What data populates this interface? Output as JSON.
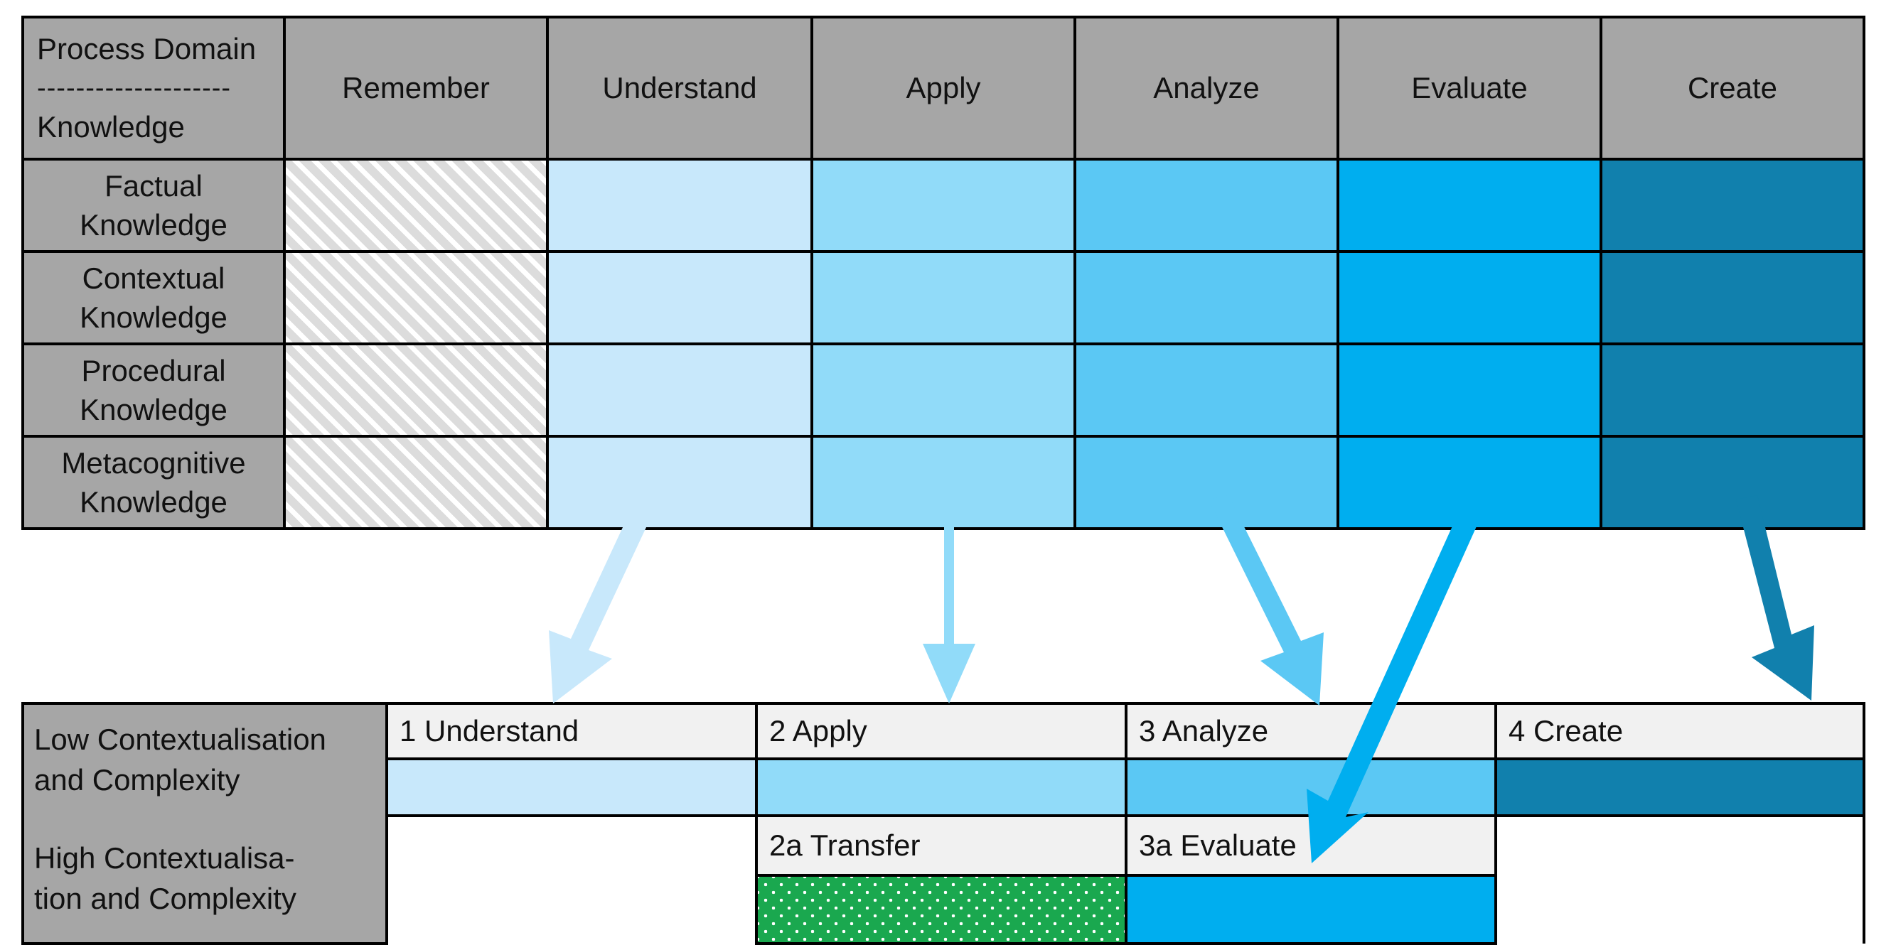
{
  "matrix": {
    "corner": {
      "top_label": "Process Domain",
      "divider": "--------------------",
      "bottom_label": "Knowledge"
    },
    "process_columns": [
      {
        "label": "Remember",
        "fill": "hatched"
      },
      {
        "label": "Understand",
        "fill": "#c8e8fb"
      },
      {
        "label": "Apply",
        "fill": "#91dbf9"
      },
      {
        "label": "Analyze",
        "fill": "#5bc8f4"
      },
      {
        "label": "Evaluate",
        "fill": "#00aeef"
      },
      {
        "label": "Create",
        "fill": "#1180ad"
      }
    ],
    "knowledge_rows": [
      {
        "line1": "Factual",
        "line2": "Knowledge"
      },
      {
        "line1": "Contextual",
        "line2": "Knowledge"
      },
      {
        "line1": "Procedural",
        "line2": "Knowledge"
      },
      {
        "line1": "Metacognitive",
        "line2": "Knowledge"
      }
    ],
    "header_fill": "#a6a6a6"
  },
  "lower": {
    "rows": [
      {
        "label_line1": "Low Contextualisation",
        "label_line2": "and Complexity",
        "cells": [
          {
            "label": "1 Understand",
            "fill": "#c8e8fb",
            "empty": false
          },
          {
            "label": "2 Apply",
            "fill": "#91dbf9",
            "empty": false
          },
          {
            "label": "3 Analyze",
            "fill": "#5bc8f4",
            "empty": false
          },
          {
            "label": "4 Create",
            "fill": "#1180ad",
            "empty": false
          }
        ]
      },
      {
        "label_line1": "High Contextualisa-",
        "label_line2": "tion and Complexity",
        "cells": [
          {
            "label": "",
            "fill": "",
            "empty": true
          },
          {
            "label": "2a Transfer",
            "fill": "#1aa84f",
            "empty": false
          },
          {
            "label": "3a Evaluate",
            "fill": "#00aeef",
            "empty": false
          },
          {
            "label": "",
            "fill": "",
            "empty": true
          }
        ]
      }
    ]
  },
  "arrows": [
    {
      "name": "arrow-understand",
      "color": "#c8e8fb",
      "from_column": "Understand",
      "to_cell": "1 Understand"
    },
    {
      "name": "arrow-apply",
      "color": "#91dbf9",
      "from_column": "Apply",
      "to_cell": "2 Apply"
    },
    {
      "name": "arrow-analyze",
      "color": "#5bc8f4",
      "from_column": "Analyze",
      "to_cell": "3 Analyze"
    },
    {
      "name": "arrow-evaluate",
      "color": "#00aeef",
      "from_column": "Evaluate",
      "to_cell": "3a Evaluate"
    },
    {
      "name": "arrow-create",
      "color": "#1180ad",
      "from_column": "Create",
      "to_cell": "4 Create"
    }
  ]
}
